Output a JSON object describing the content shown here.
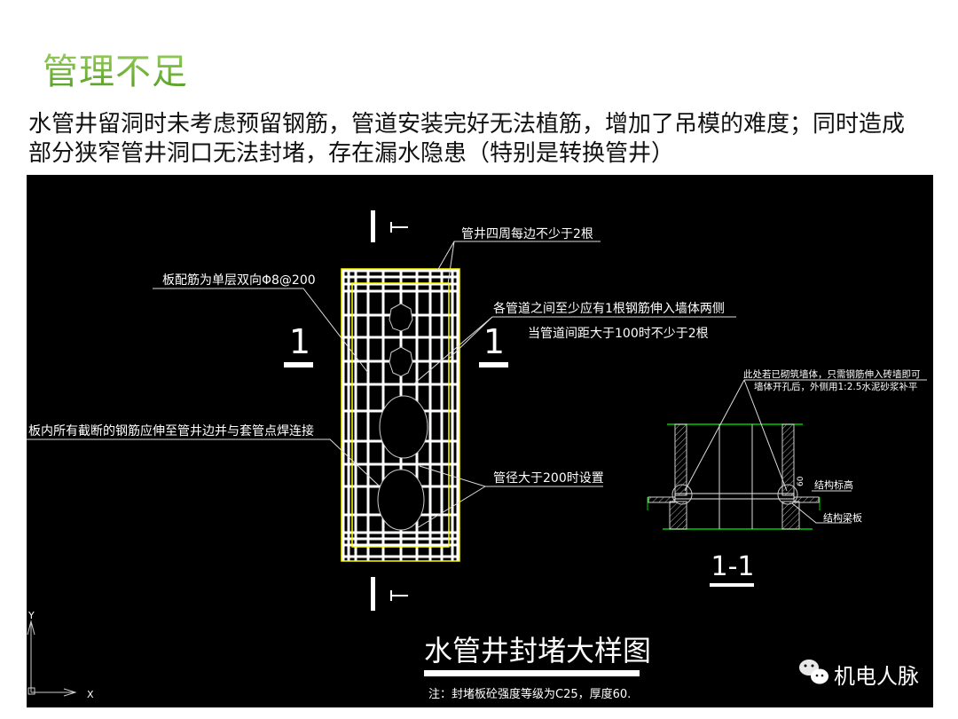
{
  "slide": {
    "title": "管理不足",
    "description": "水管井留洞时未考虑预留钢筋，管道安装完好无法植筋，增加了吊模的难度；同时造成部分狭窄管井洞口无法封堵，存在漏水隐患（特别是转换管井）"
  },
  "drawing": {
    "annotations": {
      "perimeter_bars": "管井四周每边不少于2根",
      "slab_reinforcement": "板配筋为单层双向Φ8@200",
      "between_pipes_1": "各管道之间至少应有1根钢筋伸入墙体两侧",
      "between_pipes_2": "当管道间距大于100时不少于2根",
      "cut_bars": "板内所有截断的钢筋应伸至管井边并与套管点焊连接",
      "pipe_diameter": "管径大于200时设置"
    },
    "section_marks": {
      "left": "1",
      "right": "1",
      "top": "I",
      "bottom": "I"
    },
    "section_detail": {
      "note_1": "此处若已砌筑墙体，只需钢筋伸入砖墙即可",
      "note_2": "墙体开孔后，外侧用1:2.5水泥砂浆补平",
      "elevation_label": "结构标高",
      "slab_label": "结构梁板",
      "dimension": "60",
      "title": "1-1"
    },
    "title": "水管井封堵大样图",
    "note": "注：封堵板砼强度等级为C25，厚度60.",
    "ucs": {
      "x": "X",
      "y": "Y"
    }
  },
  "watermark": {
    "icon": "wechat-icon",
    "text": "机电人脉"
  },
  "colors": {
    "title_green": "#6bb030",
    "cad_bg": "#000000",
    "outline_yellow": "#ffff00",
    "axis_green": "#00c000"
  }
}
